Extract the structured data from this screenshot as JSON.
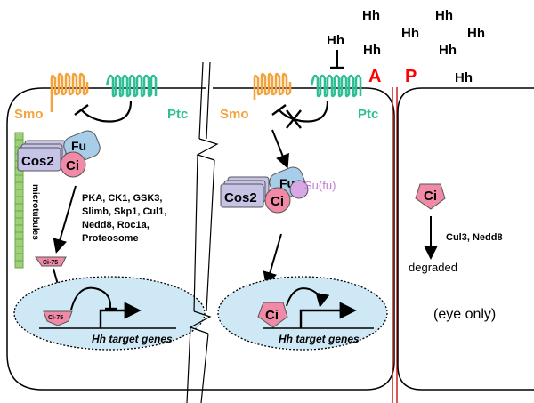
{
  "hh_signals": [
    "Hh",
    "Hh",
    "Hh",
    "Hh",
    "Hh",
    "Hh",
    "Hh"
  ],
  "hh_inhibitor_label": "Hh",
  "boundary": {
    "anterior": "A",
    "posterior": "P"
  },
  "left_cell": {
    "smo": "Smo",
    "ptc": "Ptc",
    "cos2": "Cos2",
    "fu": "Fu",
    "ci": "Ci",
    "microtubules": "microtubules",
    "kinases": [
      "PKA, CK1, GSK3,",
      "Slimb, Skp1, Cul1,",
      "Nedd8, Roc1a,",
      "Proteosome"
    ],
    "ci75_cytoplasm": "Ci-75",
    "ci75_nucleus": "Ci-75",
    "target_genes": "Hh target genes"
  },
  "middle_cell": {
    "smo": "Smo",
    "ptc": "Ptc",
    "cos2": "Cos2",
    "fu": "Fu",
    "ci": "Ci",
    "sufu": "Su(fu)",
    "ci_nucleus": "Ci",
    "target_genes": "Hh target genes"
  },
  "right_cell": {
    "ci": "Ci",
    "degraders": "Cul3, Nedd8",
    "degraded": "degraded",
    "note": "(eye only)"
  },
  "colors": {
    "smo": "#f4a23c",
    "ptc": "#2fbe96",
    "ci": "#f08aa6",
    "fu": "#a8cde8",
    "cos2": "#c5c3e6",
    "sufu": "#d9a6e6",
    "nucleus": "#cfe8f6",
    "microtubule": "#9ed07a",
    "boundary": "#cc1f1f",
    "ab_label": "#ff0000"
  }
}
